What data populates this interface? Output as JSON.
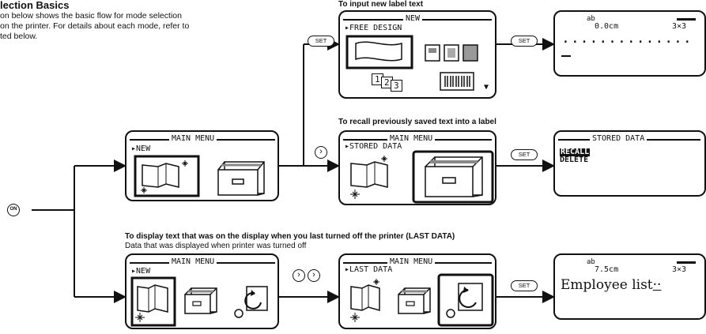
{
  "header": {
    "title": "lection Basics",
    "intro_lines": [
      "on below shows the basic flow for mode selection",
      "on the printer. For details about each mode, refer to",
      "ted below."
    ]
  },
  "captions": {
    "new_label": "To input new label text",
    "recall": "To recall previously saved text into a label",
    "last_data": "To display text that was on the display when you last turned off the printer (LAST DATA)",
    "last_data_sub": "Data that was displayed when printer was turned off"
  },
  "buttons": {
    "on": "ON",
    "set": "SET",
    "right_arrow": "›"
  },
  "screens": {
    "main_menu_1": {
      "title": "MAIN MENU",
      "selected": "NEW"
    },
    "new_menu": {
      "title": "NEW",
      "selected": "FREE DESIGN",
      "numbers": [
        "1",
        "2",
        "3"
      ],
      "scroll": "▼"
    },
    "input_1": {
      "mode": "ab",
      "length": "0.0cm",
      "size": "3×3",
      "dots": "··············"
    },
    "main_menu_2": {
      "title": "MAIN MENU",
      "selected": "STORED DATA"
    },
    "stored_data": {
      "title": "STORED DATA",
      "options": [
        "RECALL",
        "DELETE"
      ]
    },
    "main_menu_3": {
      "title": "MAIN MENU",
      "selected": "NEW"
    },
    "main_menu_4": {
      "title": "MAIN MENU",
      "selected": "LAST DATA"
    },
    "input_2": {
      "mode": "ab",
      "length": "7.5cm",
      "size": "3×3",
      "text": "Employee list",
      "dots": "··"
    }
  }
}
